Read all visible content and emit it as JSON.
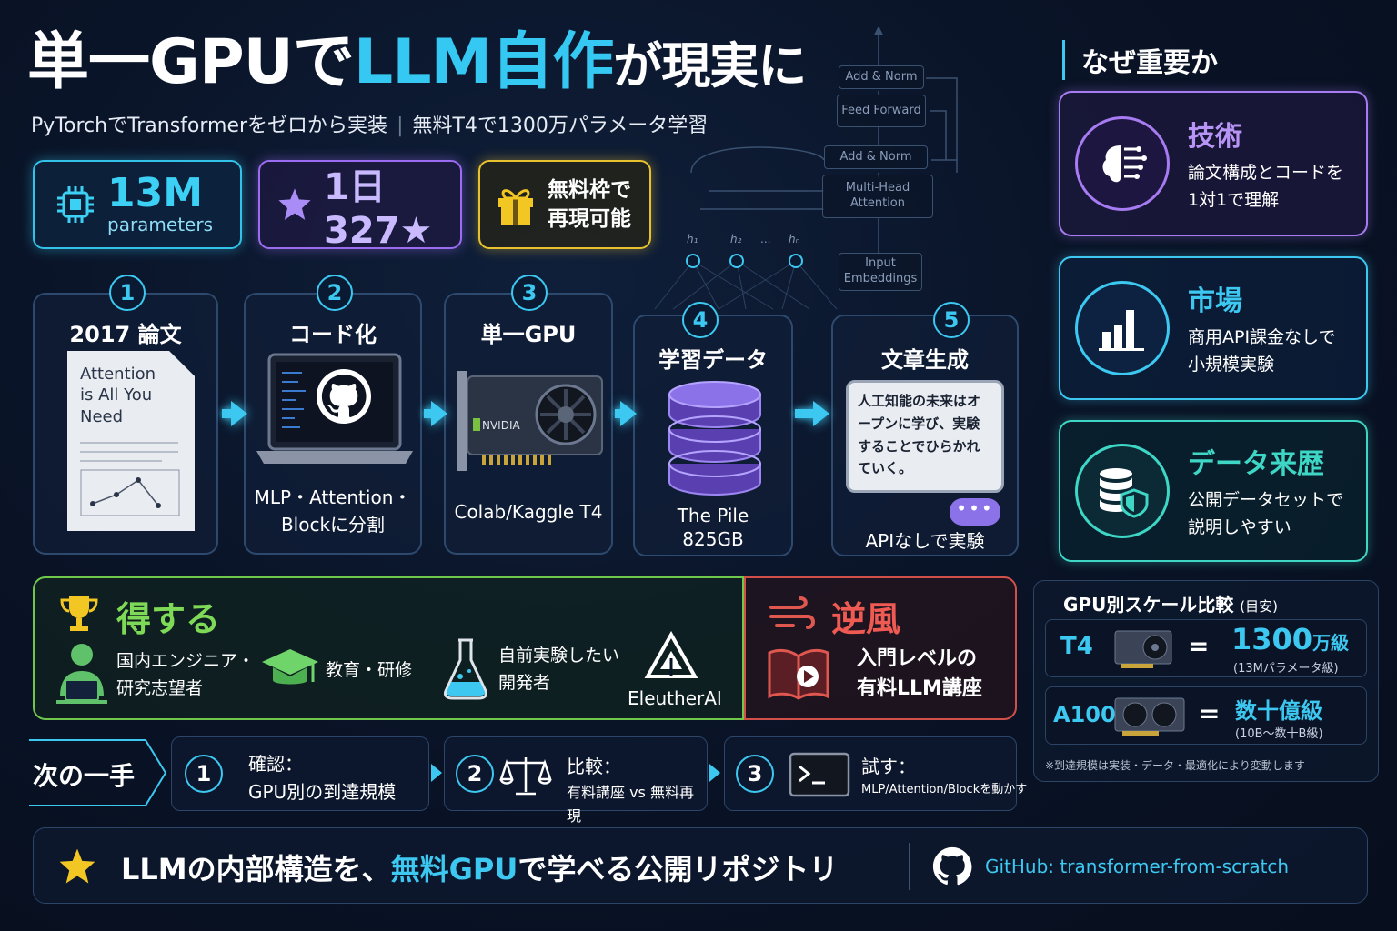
{
  "title": {
    "part1": "単一GPUで",
    "part2": "LLM自作",
    "part3": "が現実に"
  },
  "subtitle": {
    "left": "PyTorchでTransformerをゼロから実装",
    "right": "無料T4で1300万パラメータ学習"
  },
  "badges": {
    "params_value": "13M",
    "params_label": "parameters",
    "stars": "1日327★",
    "free_line1": "無料枠で",
    "free_line2": "再現可能"
  },
  "architecture": {
    "top_norm": "Add & Norm",
    "ffn": "Feed Forward",
    "mid_norm": "Add & Norm",
    "mha_line1": "Multi-Head",
    "mha_line2": "Attention",
    "heads": [
      "h₁",
      "h₂",
      "...",
      "hₙ"
    ],
    "emb_line1": "Input",
    "emb_line2": "Embeddings"
  },
  "steps": [
    {
      "num": "1",
      "title": "2017 論文",
      "paper_text": "Attention is All You Need",
      "caption_line1": "",
      "caption_line2": ""
    },
    {
      "num": "2",
      "title": "コード化",
      "caption_line1": "MLP・Attention・",
      "caption_line2": "Blockに分割"
    },
    {
      "num": "3",
      "title": "単一GPU",
      "gpu_brand": "NVIDIA",
      "caption_line1": "Colab/Kaggle T4",
      "caption_line2": ""
    },
    {
      "num": "4",
      "title": "学習データ",
      "caption_line1": "The Pile",
      "caption_line2": "825GB"
    },
    {
      "num": "5",
      "title": "文章生成",
      "bubble": "人工知能の未来はオープンに学び、実験することでひらかれていく。",
      "caption_line1": "APIなしで実験",
      "caption_line2": ""
    }
  ],
  "why": {
    "title": "なぜ重要か",
    "items": [
      {
        "heading": "技術",
        "line1": "論文構成とコードを",
        "line2": "1対1で理解",
        "color": "#a77bf2"
      },
      {
        "heading": "市場",
        "line1": "商用API課金なしで",
        "line2": "小規模実験",
        "color": "#3cc8f0"
      },
      {
        "heading": "データ来歴",
        "line1": "公開データセットで",
        "line2": "説明しやすい",
        "color": "#3ed6c4"
      }
    ]
  },
  "gain": {
    "title": "得する",
    "items": [
      {
        "line1": "国内エンジニア・",
        "line2": "研究志望者"
      },
      {
        "line1": "教育・研修",
        "line2": ""
      },
      {
        "line1": "自前実験したい",
        "line2": "開発者"
      },
      {
        "line1": "EleutherAI",
        "line2": ""
      }
    ]
  },
  "headwind": {
    "title": "逆風",
    "line1": "入門レベルの",
    "line2": "有料LLM講座"
  },
  "gpu_compare": {
    "title": "GPU別スケール比較",
    "title_note": "(目安)",
    "rows": [
      {
        "gpu": "T4",
        "eq": "=",
        "value_main": "1300",
        "value_unit": "万級",
        "note": "(13Mパラメータ級)"
      },
      {
        "gpu": "A100",
        "eq": "=",
        "value_main": "数十億級",
        "value_unit": "",
        "note": "(10B〜数十B級)"
      }
    ],
    "footnote": "※到達規模は実装・データ・最適化により変動します"
  },
  "next_steps": {
    "label": "次の一手",
    "items": [
      {
        "num": "1",
        "line1": "確認：",
        "line2": "GPU別の到達規模"
      },
      {
        "num": "2",
        "line1": "比較：",
        "line2": "有料講座 vs 無料再現"
      },
      {
        "num": "3",
        "line1": "試す：",
        "line2": "MLP/Attention/Blockを動かす"
      }
    ]
  },
  "footer": {
    "text_a": "LLMの内部構造を、",
    "text_hl": "無料GPU",
    "text_b": "で学べる公開リポジトリ",
    "repo": "GitHub: transformer-from-scratch"
  },
  "colors": {
    "accent": "#3cc8f0",
    "purple": "#9b6cf0",
    "yellow": "#e8c22e",
    "green": "#6fc84a",
    "red": "#d2504a"
  }
}
